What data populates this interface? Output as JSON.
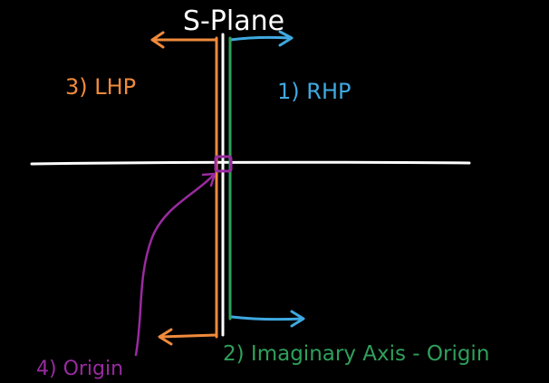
{
  "title": "S-Plane",
  "regions": {
    "rhp": "1) RHP",
    "imag_axis": "2) Imaginary Axis - Origin",
    "lhp": "3) LHP",
    "origin": "4) Origin"
  },
  "colors": {
    "background": "#000000",
    "axes": "#ffffff",
    "rhp": "#3fa9e0",
    "imag_axis": "#2fa05a",
    "lhp": "#f08a3c",
    "origin": "#9a2aa0"
  }
}
